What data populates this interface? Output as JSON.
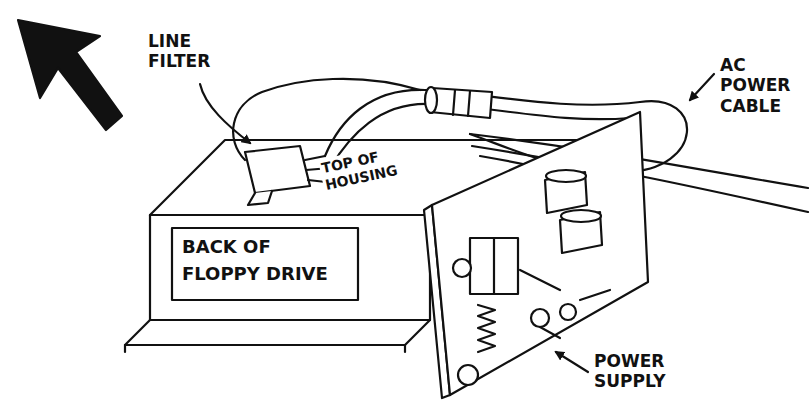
{
  "diagram": {
    "labels": [
      "LINE FILTER",
      "AC POWER CABLE",
      "TOP OF HOUSING",
      "BACK OF FLOPPY DRIVE",
      "POWER SUPPLY"
    ]
  }
}
